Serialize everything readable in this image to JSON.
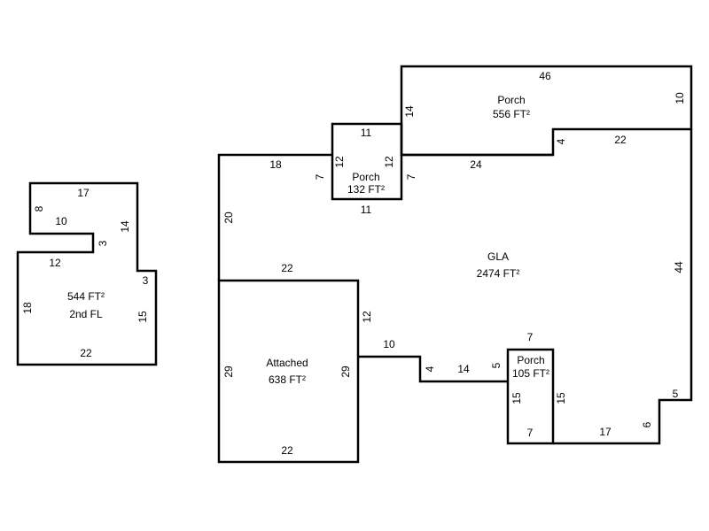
{
  "second_floor": {
    "area": "544 FT²",
    "label": "2nd FL",
    "dims": [
      "17",
      "8",
      "10",
      "3",
      "14",
      "12",
      "3",
      "18",
      "15",
      "22"
    ]
  },
  "porch_top": {
    "label": "Porch",
    "area": "556 FT²",
    "dims": [
      "46",
      "10",
      "14",
      "4",
      "22",
      "24"
    ]
  },
  "porch_small": {
    "label": "Porch",
    "area": "132 FT²",
    "dims": [
      "11",
      "12",
      "12",
      "11",
      "7",
      "7"
    ]
  },
  "gla": {
    "label": "GLA",
    "area": "2474 FT²",
    "dims": [
      "18",
      "20",
      "22",
      "44",
      "12",
      "10",
      "4",
      "14",
      "5",
      "5",
      "6",
      "17"
    ]
  },
  "attached": {
    "label": "Attached",
    "area": "638 FT²",
    "dims": [
      "29",
      "29",
      "22"
    ]
  },
  "porch_bottom": {
    "label": "Porch",
    "area": "105 FT²",
    "dims": [
      "7",
      "15",
      "15",
      "7"
    ]
  }
}
